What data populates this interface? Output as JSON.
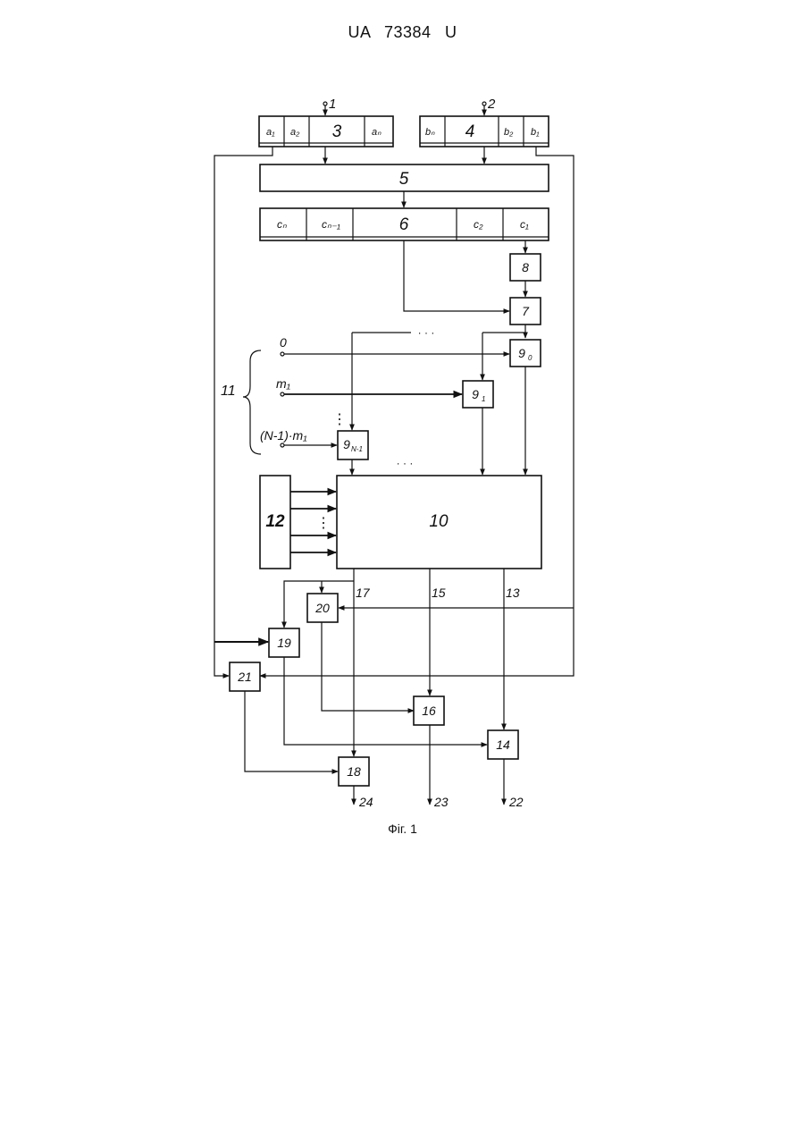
{
  "header": {
    "doc_number": "UA   73384   U"
  },
  "caption": "Фіг. 1",
  "inputs": {
    "in1": "1",
    "in2": "2"
  },
  "register3": {
    "id": "3",
    "cells": [
      "a₁",
      "a₂",
      "aₙ"
    ]
  },
  "register4": {
    "id": "4",
    "cells": [
      "bₙ",
      "b₂",
      "b₁"
    ]
  },
  "block5": "5",
  "register6": {
    "id": "6",
    "cells": [
      "cₙ",
      "cₙ₋₁",
      "c₂",
      "c₁"
    ]
  },
  "block7": "7",
  "block8": "8",
  "block9_0": {
    "num": "9",
    "sub": "0"
  },
  "block9_1": {
    "num": "9",
    "sub": "1"
  },
  "block9_n": {
    "num": "9",
    "sub": "N-1"
  },
  "group11": {
    "id": "11",
    "line0": "0",
    "line1": "m₁",
    "line2": "(N-1)·m₁"
  },
  "block10": "10",
  "block12": "12",
  "block14": "14",
  "block16": "16",
  "block18": "18",
  "block19": "19",
  "block20": "20",
  "block21": "21",
  "bus_labels": {
    "b13": "13",
    "b15": "15",
    "b17": "17"
  },
  "outputs": {
    "o22": "22",
    "o23": "23",
    "o24": "24"
  },
  "ellipsis": "· · ·",
  "vdots": "⋮"
}
